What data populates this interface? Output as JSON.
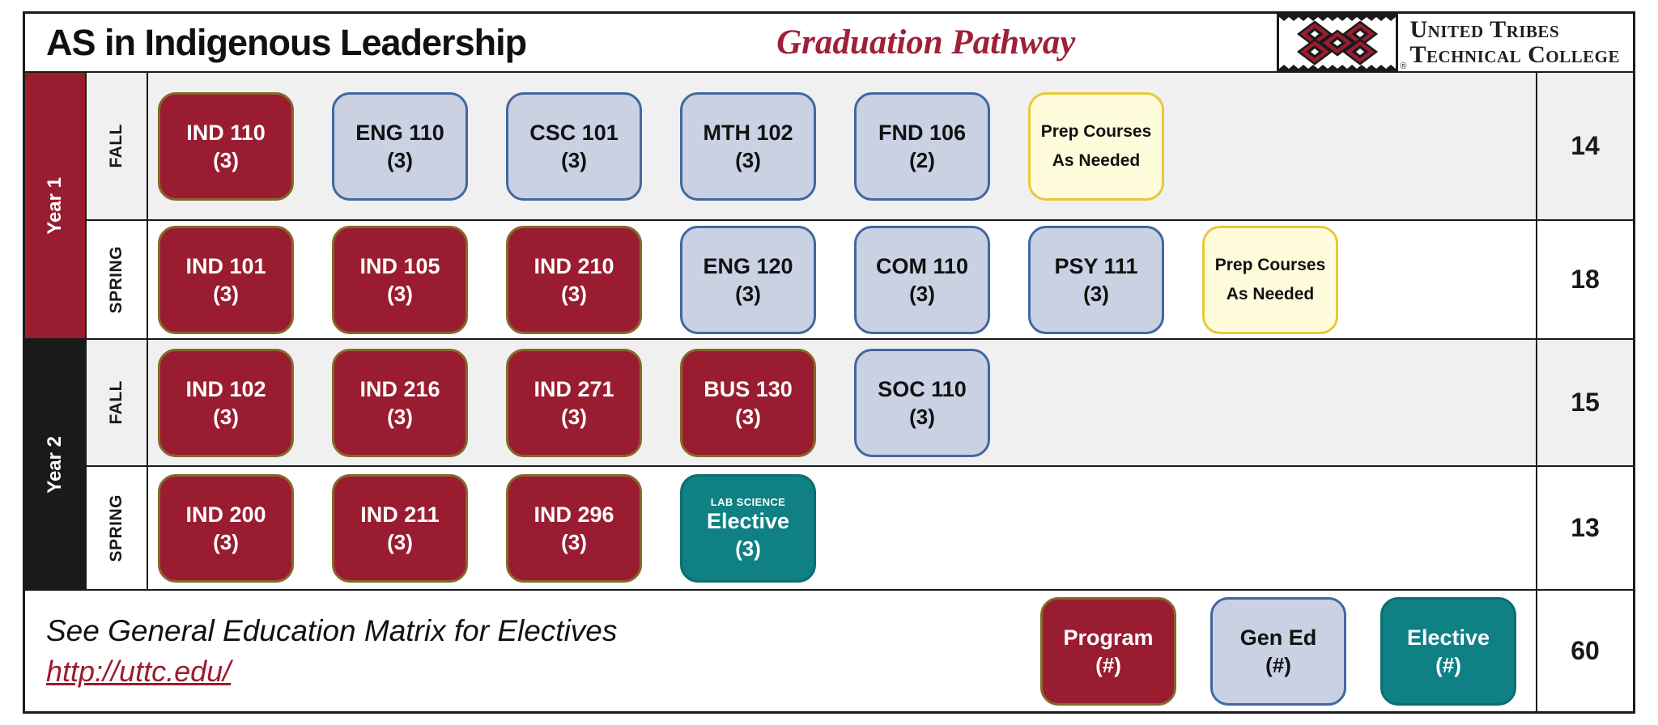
{
  "header": {
    "title": "AS in Indigenous Leadership",
    "subtitle": "Graduation Pathway",
    "logo": {
      "line1": "United Tribes",
      "line2": "Technical College",
      "registered": "®"
    }
  },
  "years": [
    {
      "label": "Year 1",
      "theme": "maroon",
      "terms": [
        {
          "season": "FALL",
          "shade": "gray",
          "credits": "14",
          "courses": [
            {
              "code": "IND 110",
              "credits": "(3)",
              "type": "program"
            },
            {
              "code": "ENG 110",
              "credits": "(3)",
              "type": "gened"
            },
            {
              "code": "CSC 101",
              "credits": "(3)",
              "type": "gened"
            },
            {
              "code": "MTH 102",
              "credits": "(3)",
              "type": "gened"
            },
            {
              "code": "FND 106",
              "credits": "(2)",
              "type": "gened"
            },
            {
              "line1": "Prep Courses",
              "line2": "As Needed",
              "type": "prep"
            }
          ]
        },
        {
          "season": "SPRING",
          "shade": "white",
          "credits": "18",
          "courses": [
            {
              "code": "IND 101",
              "credits": "(3)",
              "type": "program"
            },
            {
              "code": "IND 105",
              "credits": "(3)",
              "type": "program"
            },
            {
              "code": "IND 210",
              "credits": "(3)",
              "type": "program"
            },
            {
              "code": "ENG 120",
              "credits": "(3)",
              "type": "gened"
            },
            {
              "code": "COM 110",
              "credits": "(3)",
              "type": "gened"
            },
            {
              "code": "PSY 111",
              "credits": "(3)",
              "type": "gened"
            },
            {
              "line1": "Prep Courses",
              "line2": "As Needed",
              "type": "prep"
            }
          ]
        }
      ]
    },
    {
      "label": "Year 2",
      "theme": "black",
      "terms": [
        {
          "season": "FALL",
          "shade": "gray",
          "credits": "15",
          "courses": [
            {
              "code": "IND 102",
              "credits": "(3)",
              "type": "program"
            },
            {
              "code": "IND 216",
              "credits": "(3)",
              "type": "program"
            },
            {
              "code": "IND 271",
              "credits": "(3)",
              "type": "program"
            },
            {
              "code": "BUS 130",
              "credits": "(3)",
              "type": "program"
            },
            {
              "code": "SOC 110",
              "credits": "(3)",
              "type": "gened"
            }
          ]
        },
        {
          "season": "SPRING",
          "shade": "white",
          "credits": "13",
          "courses": [
            {
              "code": "IND 200",
              "credits": "(3)",
              "type": "program"
            },
            {
              "code": "IND 211",
              "credits": "(3)",
              "type": "program"
            },
            {
              "code": "IND 296",
              "credits": "(3)",
              "type": "program"
            },
            {
              "tag": "LAB SCIENCE",
              "code": "Elective",
              "credits": "(3)",
              "type": "elective"
            }
          ]
        }
      ]
    }
  ],
  "footer": {
    "note": "See General Education Matrix for Electives",
    "link": "http://uttc.edu/",
    "total": "60",
    "legend": [
      {
        "code": "Program",
        "credits": "(#)",
        "type": "program"
      },
      {
        "code": "Gen Ed",
        "credits": "(#)",
        "type": "gened"
      },
      {
        "code": "Elective",
        "credits": "(#)",
        "type": "elective"
      }
    ]
  },
  "colors": {
    "program_fill": "#9A1C30",
    "program_border": "#86682A",
    "gened_fill": "#C9D1E3",
    "gened_border": "#41689E",
    "prep_fill": "#FFFCDC",
    "prep_border": "#E8C83D",
    "elective_fill": "#0F8083",
    "year2_fill": "#1A1A1A",
    "fall_row_fill": "#F1F0F0",
    "accent_text": "#9E2138"
  }
}
